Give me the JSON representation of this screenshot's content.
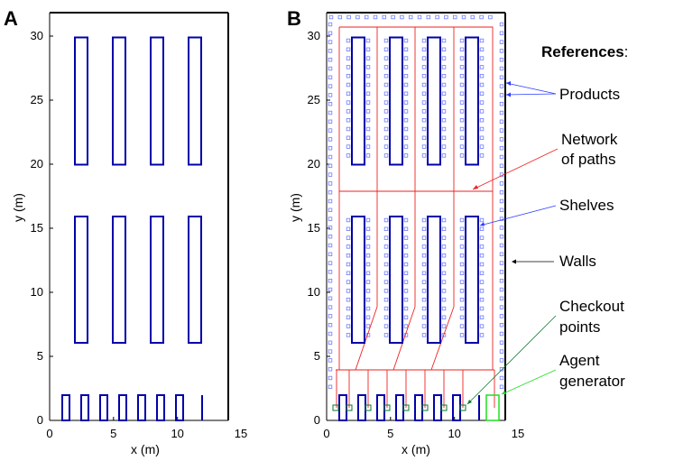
{
  "panels": [
    {
      "label": "A",
      "xlabel": "x (m)",
      "ylabel": "y (m)",
      "xticks": [
        "0",
        "5",
        "10",
        "15"
      ],
      "yticks": [
        "0",
        "5",
        "10",
        "15",
        "20",
        "25",
        "30"
      ]
    },
    {
      "label": "B",
      "xlabel": "x (m)",
      "ylabel": "y (m)",
      "xticks": [
        "0",
        "5",
        "10",
        "15"
      ],
      "yticks": [
        "0",
        "5",
        "10",
        "15",
        "20",
        "25",
        "30"
      ]
    }
  ],
  "references": {
    "title": "References",
    "title_suffix": ":",
    "items": [
      {
        "line1": "Products",
        "line2": "",
        "color": "#2a3cff"
      },
      {
        "line1": "Network",
        "line2": "of paths",
        "color": "#ff2a2a"
      },
      {
        "line1": "Shelves",
        "line2": "",
        "color": "#2a3cff"
      },
      {
        "line1": "Walls",
        "line2": "",
        "color": "#000000"
      },
      {
        "line1": "Checkout",
        "line2": "points",
        "color": "#0a7a2a"
      },
      {
        "line1": "Agent",
        "line2": "generator",
        "color": "#22dd22"
      }
    ]
  },
  "colors": {
    "shelf": "#0000aa",
    "wall": "#000000",
    "path": "#ee2222",
    "product": "#6f7cff",
    "checkout": "#0a7a2a",
    "generator": "#22dd22"
  }
}
